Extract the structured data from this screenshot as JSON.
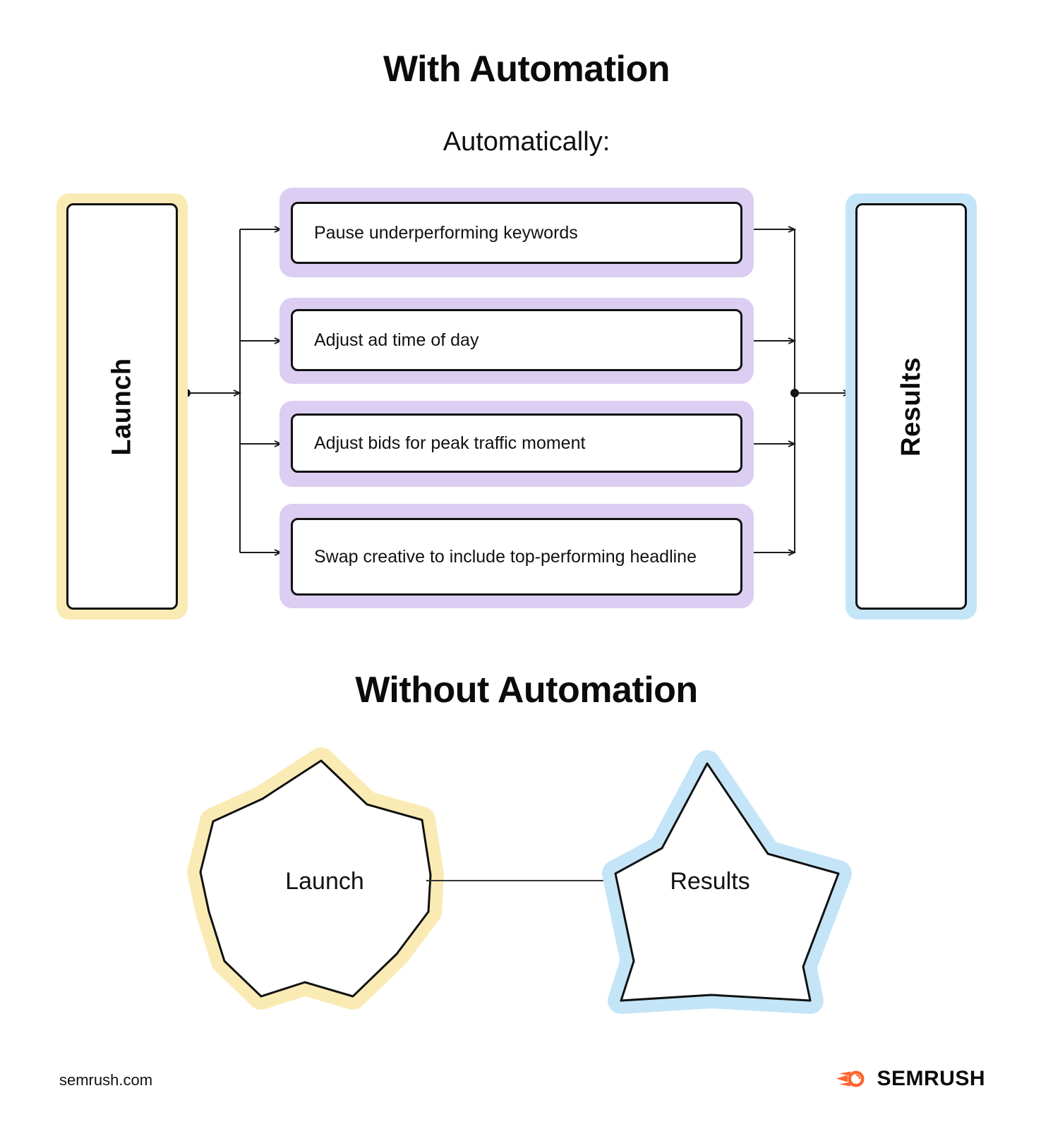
{
  "sections": {
    "with_automation": {
      "title": "With Automation",
      "subtitle": "Automatically:",
      "start_node": "Launch",
      "end_node": "Results",
      "actions": [
        {
          "label": "Pause underperforming keywords"
        },
        {
          "label": "Adjust ad time of day"
        },
        {
          "label": "Adjust bids for peak traffic moment"
        },
        {
          "label": "Swap creative to include top-performing headline"
        }
      ]
    },
    "without_automation": {
      "title": "Without Automation",
      "start_node": "Launch",
      "end_node": "Results"
    }
  },
  "footer": {
    "url": "semrush.com",
    "brand": "SEMRUSH"
  },
  "colors": {
    "halo_start": "#FAEBB5",
    "halo_end": "#C4E5F7",
    "halo_action": "#DCCEF2",
    "outline": "#111111",
    "brand_orange": "#FF642D",
    "background": "#FFFFFF"
  }
}
